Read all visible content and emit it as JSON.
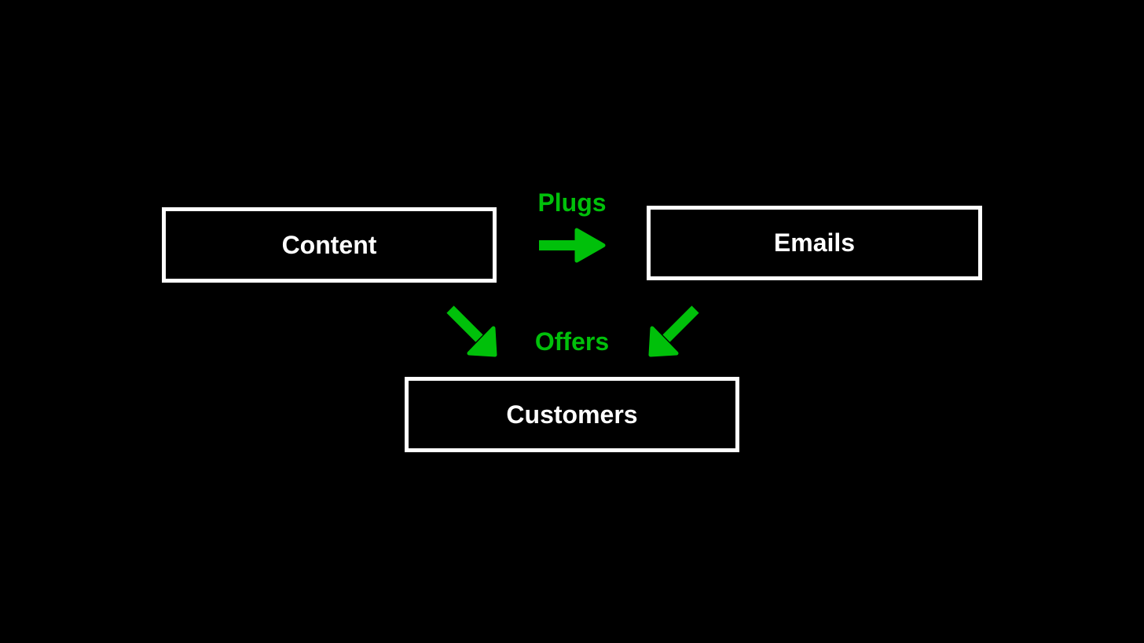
{
  "colors": {
    "background": "#000000",
    "node_border": "#ffffff",
    "node_text": "#ffffff",
    "accent": "#00c00a"
  },
  "nodes": {
    "content": "Content",
    "emails": "Emails",
    "customers": "Customers"
  },
  "edges": {
    "plugs": "Plugs",
    "offers": "Offers"
  }
}
